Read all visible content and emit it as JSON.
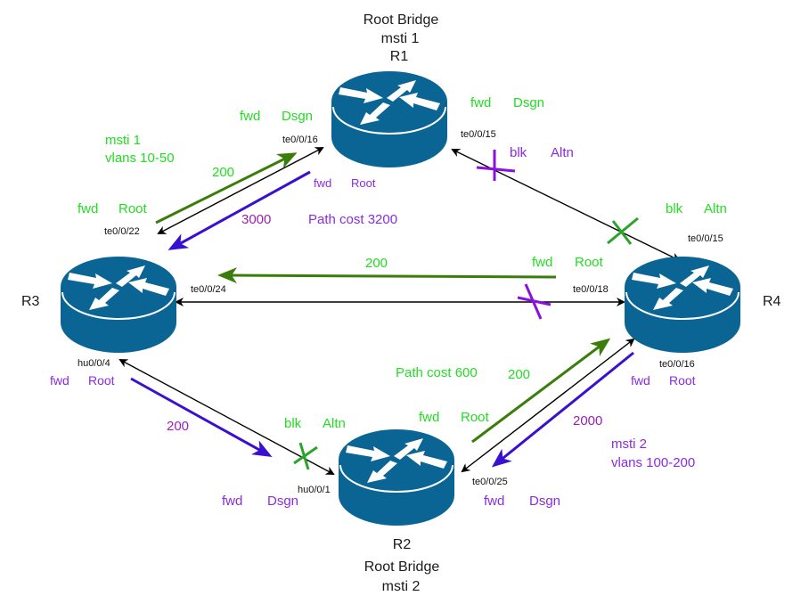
{
  "colors": {
    "router": "#0a6595",
    "link": "#000000",
    "msti1_arrow": "#3a7d0a",
    "msti2_arrow": "#3a10d0",
    "msti1_text": "#22dd22",
    "msti2_text": "#8a2be2",
    "cost_purple": "#a020c0",
    "block_mark_green": "#2aa52a",
    "block_mark_purple": "#8a10e0"
  },
  "routers": {
    "r1": {
      "name": "R1",
      "role_line1": "Root Bridge",
      "role_line2": "msti 1"
    },
    "r2": {
      "name": "R2",
      "role_line1": "Root Bridge",
      "role_line2": "msti 2"
    },
    "r3": {
      "name": "R3"
    },
    "r4": {
      "name": "R4"
    }
  },
  "ports": {
    "r1_te0016": "te0/0/16",
    "r1_te0015": "te0/0/15",
    "r3_te0022": "te0/0/22",
    "r3_te0024": "te0/0/24",
    "r3_hu004": "hu0/0/4",
    "r4_te0015": "te0/0/15",
    "r4_te0018": "te0/0/18",
    "r4_te0016": "te0/0/16",
    "r2_hu001": "hu0/0/1",
    "r2_te0025": "te0/0/25"
  },
  "msti1": {
    "title": "msti 1",
    "vlans": "vlans 10-50",
    "path_cost": "Path cost  600",
    "r1_te0016_state": "fwd",
    "r1_te0016_role": "Dsgn",
    "r1_te0015_state": "fwd",
    "r1_te0015_role": "Dsgn",
    "r3_te0022_state": "fwd",
    "r3_te0022_role": "Root",
    "r4_te0015_state": "blk",
    "r4_te0015_role": "Altn",
    "r4_te0018_state": "fwd",
    "r4_te0018_role": "Root",
    "r2_hu001_state": "blk",
    "r2_hu001_role": "Altn",
    "r2_te0025_state": "fwd",
    "r2_te0025_role": "Root",
    "cost_r3_r1": "200",
    "cost_r4_r3": "200",
    "cost_r2_r4": "200"
  },
  "msti2": {
    "title": "msti 2",
    "vlans": "vlans 100-200",
    "path_cost": "Path cost  3200",
    "r1_te0016_state": "fwd",
    "r1_te0016_role": "Root",
    "r1_te0015_state": "blk",
    "r1_te0015_role": "Altn",
    "r3_hu004_state": "fwd",
    "r3_hu004_role": "Root",
    "r4_te0016_state": "fwd",
    "r4_te0016_role": "Root",
    "r2_hu001_state": "fwd",
    "r2_hu001_role": "Dsgn",
    "r2_te0025_state": "fwd",
    "r2_te0025_role": "Dsgn",
    "cost_r1_r3": "3000",
    "cost_r3_r2": "200",
    "cost_r4_r2": "2000"
  }
}
